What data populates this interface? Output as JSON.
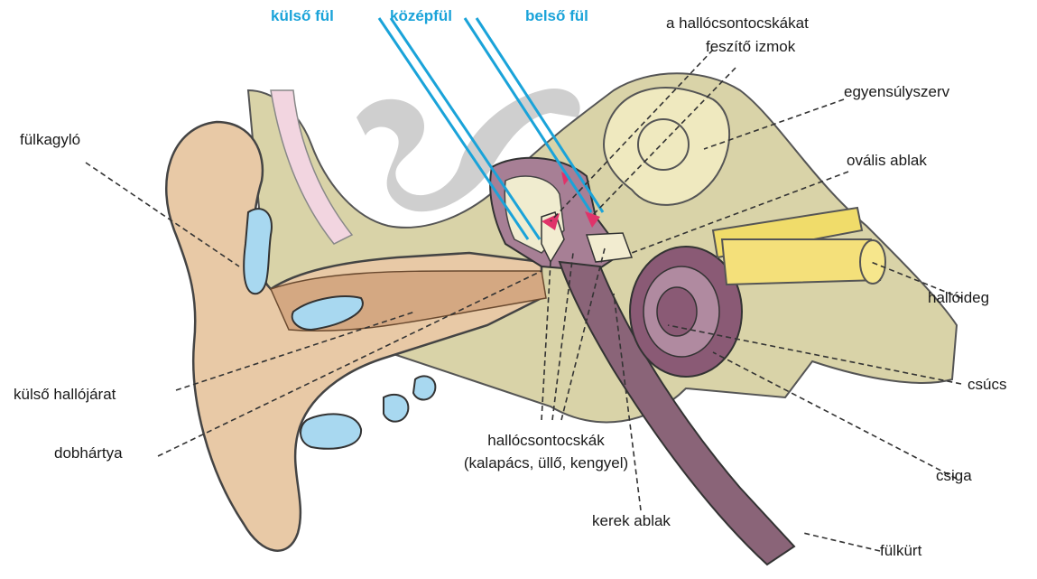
{
  "colors": {
    "region_label": "#1aa3d9",
    "skin": "#e8c9a6",
    "skin_shadow": "#c79a72",
    "bone": "#d9d3a8",
    "bone_dark": "#b9b080",
    "canal": "#b59aa5",
    "cochlea": "#8a5a75",
    "nerve": "#f0dc6a",
    "fluid": "#a8d8f0",
    "muscle": "#e0336a",
    "brain_grey": "#cfcfcf"
  },
  "regions": {
    "outer_ear": "külső fül",
    "middle_ear": "középfül",
    "inner_ear": "belső fül"
  },
  "labels": {
    "muscles_line1": "a hallócsontocskákat",
    "muscles_line2": "feszítő izmok",
    "vestibular": "egyensúlyszerv",
    "pinna": "fülkagyló",
    "oval_window": "ovális ablak",
    "auditory_nerve": "hallóideg",
    "ear_canal": "külső hallójárat",
    "apex": "csúcs",
    "eardrum": "dobhártya",
    "ossicles_line1": "hallócsontocskák",
    "ossicles_line2": "(kalapács, üllő, kengyel)",
    "cochlea": "csiga",
    "round_window": "kerek ablak",
    "eustachian": "fülkürt"
  }
}
